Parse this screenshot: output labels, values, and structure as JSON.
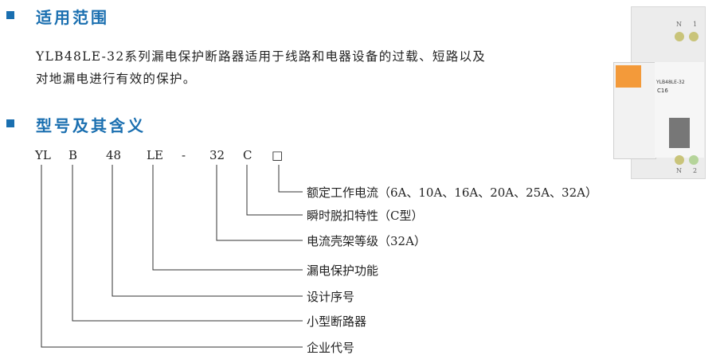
{
  "section1": {
    "title": "适用范围",
    "text_line1": "YLB48LE-32系列漏电保护断路器适用于线路和电器设备的过载、短路以及",
    "text_line2": "对地漏电进行有效的保护。"
  },
  "section2": {
    "title": "型号及其含义",
    "codes": [
      "YL",
      "B",
      "48",
      "LE",
      "-",
      "32",
      "C",
      "□"
    ],
    "labels": [
      "额定工作电流（6A、10A、16A、20A、25A、32A）",
      "瞬时脱扣特性（C型）",
      "电流壳架等级（32A）",
      "漏电保护功能",
      "设计序号",
      "小型断路器",
      "企业代号"
    ]
  },
  "product_image": {
    "model": "YLB48LE-32",
    "rating": "C16",
    "terminal_top_left": "N",
    "terminal_top_right": "1",
    "terminal_bottom_left": "N",
    "terminal_bottom_right": "2"
  },
  "colors": {
    "accent": "#1a6fb0"
  }
}
